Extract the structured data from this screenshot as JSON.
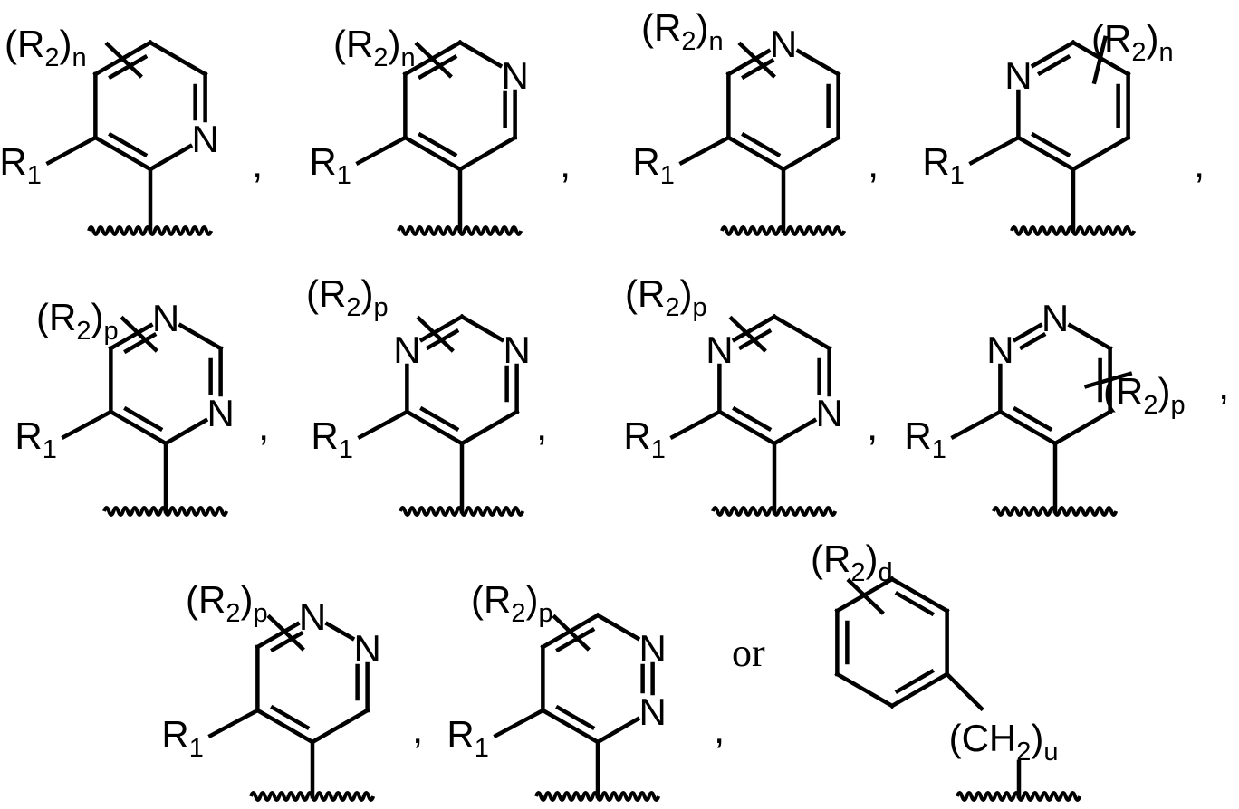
{
  "structures": [
    {
      "r2": [
        "(R",
        "2",
        ")",
        "n"
      ],
      "r1": [
        "R",
        "1"
      ],
      "hetero": [
        "N"
      ],
      "separator": ","
    },
    {
      "r2": [
        "(R",
        "2",
        ")",
        "n"
      ],
      "r1": [
        "R",
        "1"
      ],
      "hetero": [
        "N"
      ],
      "separator": ","
    },
    {
      "r2": [
        "(R",
        "2",
        ")",
        "n"
      ],
      "r1": [
        "R",
        "1"
      ],
      "hetero": [
        "N"
      ],
      "separator": ","
    },
    {
      "r2": [
        "(R",
        "2",
        ")",
        "n"
      ],
      "r1": [
        "R",
        "1"
      ],
      "hetero": [
        "N"
      ],
      "separator": ","
    },
    {
      "r2": [
        "(R",
        "2",
        ")",
        "p"
      ],
      "r1": [
        "R",
        "1"
      ],
      "hetero": [
        "N",
        "N"
      ],
      "separator": ","
    },
    {
      "r2": [
        "(R",
        "2",
        ")",
        "p"
      ],
      "r1": [
        "R",
        "1"
      ],
      "hetero": [
        "N",
        "N"
      ],
      "separator": ","
    },
    {
      "r2": [
        "(R",
        "2",
        ")",
        "p"
      ],
      "r1": [
        "R",
        "1"
      ],
      "hetero": [
        "N",
        "N"
      ],
      "separator": ","
    },
    {
      "r2": [
        "(R",
        "2",
        ")",
        "p"
      ],
      "r1": [
        "R",
        "1"
      ],
      "hetero": [
        "N",
        "N"
      ],
      "separator": ","
    },
    {
      "r2": [
        "(R",
        "2",
        ")",
        "p"
      ],
      "r1": [
        "R",
        "1"
      ],
      "hetero": [
        "N",
        "N"
      ],
      "separator": ","
    },
    {
      "r2": [
        "(R",
        "2",
        ")",
        "p"
      ],
      "r1": [
        "R",
        "1"
      ],
      "hetero": [
        "N",
        "N"
      ],
      "separator": ","
    },
    {
      "r2": [
        "(R",
        "2",
        ")",
        "d"
      ],
      "linker": [
        "(CH",
        "2",
        ")",
        "u"
      ],
      "hetero": [],
      "separator": ""
    }
  ],
  "connector": "or"
}
